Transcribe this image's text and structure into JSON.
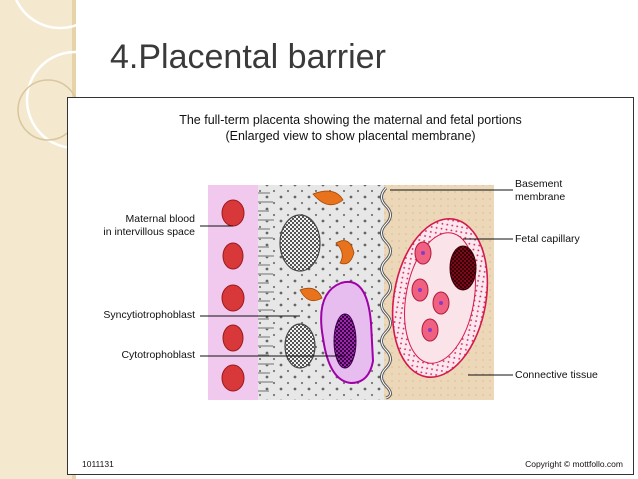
{
  "slide": {
    "title": "4.Placental barrier"
  },
  "figure": {
    "caption_line1": "The full-term placenta showing the maternal and fetal portions",
    "caption_line2": "(Enlarged view to show placental membrane)",
    "labels": {
      "maternal_blood_1": "Maternal blood",
      "maternal_blood_2": "in intervillous space",
      "syncytiotrophoblast": "Syncytiotrophoblast",
      "cytotrophoblast": "Cytotrophoblast",
      "basement_membrane_1": "Basement",
      "basement_membrane_2": "membrane",
      "fetal_capillary": "Fetal capillary",
      "connective_tissue": "Connective tissue"
    },
    "figure_id": "1011131",
    "copyright": "Copyright © mottfollo.com"
  },
  "colors": {
    "maternal_band": "#f1c9ef",
    "syncytium": "#e7e7e7",
    "connective_tissue": "#ecd8b8",
    "rbc": "#d8383a",
    "mitochondria": "#e8731c",
    "cytotroph_body": "#e7bdf0",
    "cytotroph_outline": "#a000a8",
    "capillary_outline": "#d41a4c",
    "basement_line": "#666666"
  }
}
